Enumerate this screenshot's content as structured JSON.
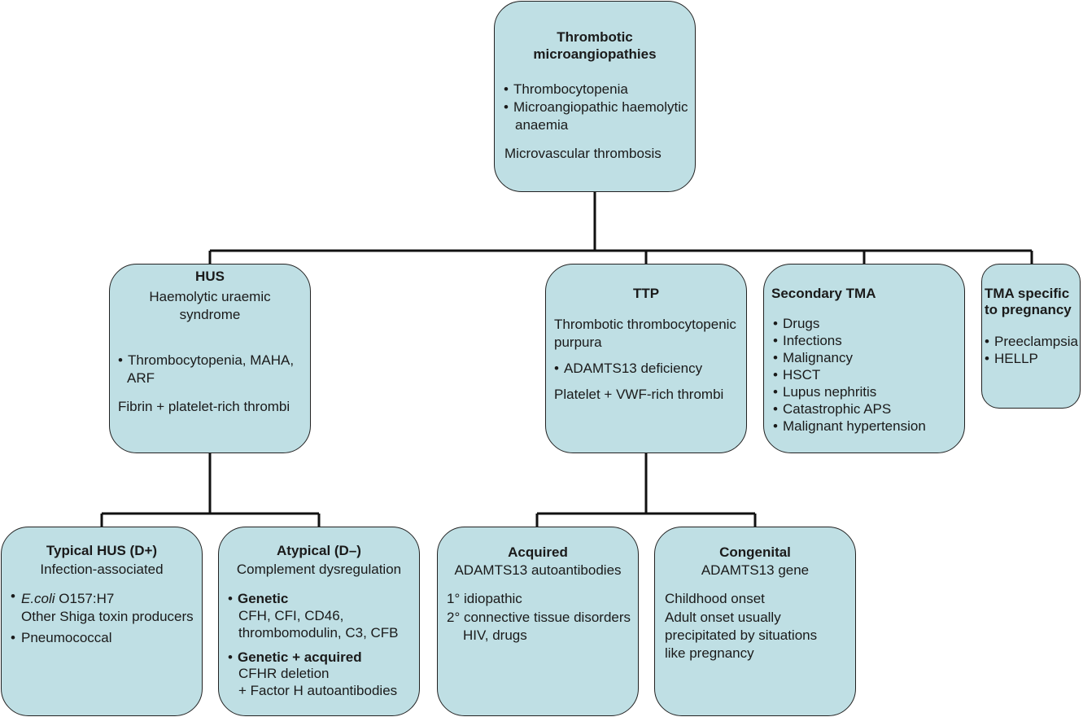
{
  "root": {
    "title_line1": "Thrombotic",
    "title_line2": "microangiopathies",
    "bullet1": "Thrombocytopenia",
    "bullet2_line1": "Microangiopathic haemolytic",
    "bullet2_line2": "anaemia",
    "note": "Microvascular thrombosis"
  },
  "hus": {
    "title": "HUS",
    "subtitle_line1": "Haemolytic uraemic",
    "subtitle_line2": "syndrome",
    "bullet_line1": "Thrombocytopenia, MAHA,",
    "bullet_line2": "ARF",
    "note": "Fibrin + platelet-rich thrombi"
  },
  "ttp": {
    "title": "TTP",
    "subtitle_line1": "Thrombotic thrombocytopenic",
    "subtitle_line2": "purpura",
    "bullet": "ADAMTS13 deficiency",
    "note": "Platelet + VWF-rich thrombi"
  },
  "secondary": {
    "title": "Secondary TMA",
    "items": [
      "Drugs",
      "Infections",
      "Malignancy",
      "HSCT",
      "Lupus nephritis",
      "Catastrophic APS",
      "Malignant hypertension"
    ]
  },
  "pregnancy": {
    "title_line1": "TMA specific",
    "title_line2": "to pregnancy",
    "items": [
      "Preeclampsia",
      "HELLP"
    ]
  },
  "typical": {
    "title": "Typical HUS (D+)",
    "subtitle": "Infection-associated",
    "bullet1_italic": "E.coli",
    "bullet1_rest": " O157:H7",
    "bullet1_line2": "Other Shiga toxin producers",
    "bullet2": "Pneumococcal"
  },
  "atypical": {
    "title": "Atypical (D–)",
    "subtitle": "Complement dysregulation",
    "g1_title": "Genetic",
    "g1_line1": "CFH, CFI, CD46,",
    "g1_line2": "thrombomodulin, C3, CFB",
    "g2_title": "Genetic + acquired",
    "g2_line1": "CFHR deletion",
    "g2_line2": "+ Factor H autoantibodies"
  },
  "acquired": {
    "title": "Acquired",
    "subtitle": "ADAMTS13 autoantibodies",
    "line1": "1° idiopathic",
    "line2": "2° connective tissue disorders",
    "line3": "HIV, drugs"
  },
  "congenital": {
    "title": "Congenital",
    "subtitle": "ADAMTS13 gene",
    "line1": "Childhood onset",
    "line2": "Adult onset usually",
    "line3": "precipitated by situations",
    "line4": "like pregnancy"
  },
  "bullet_glyph": "•",
  "colors": {
    "box_fill": "#bfdfe4",
    "line": "#111111"
  }
}
